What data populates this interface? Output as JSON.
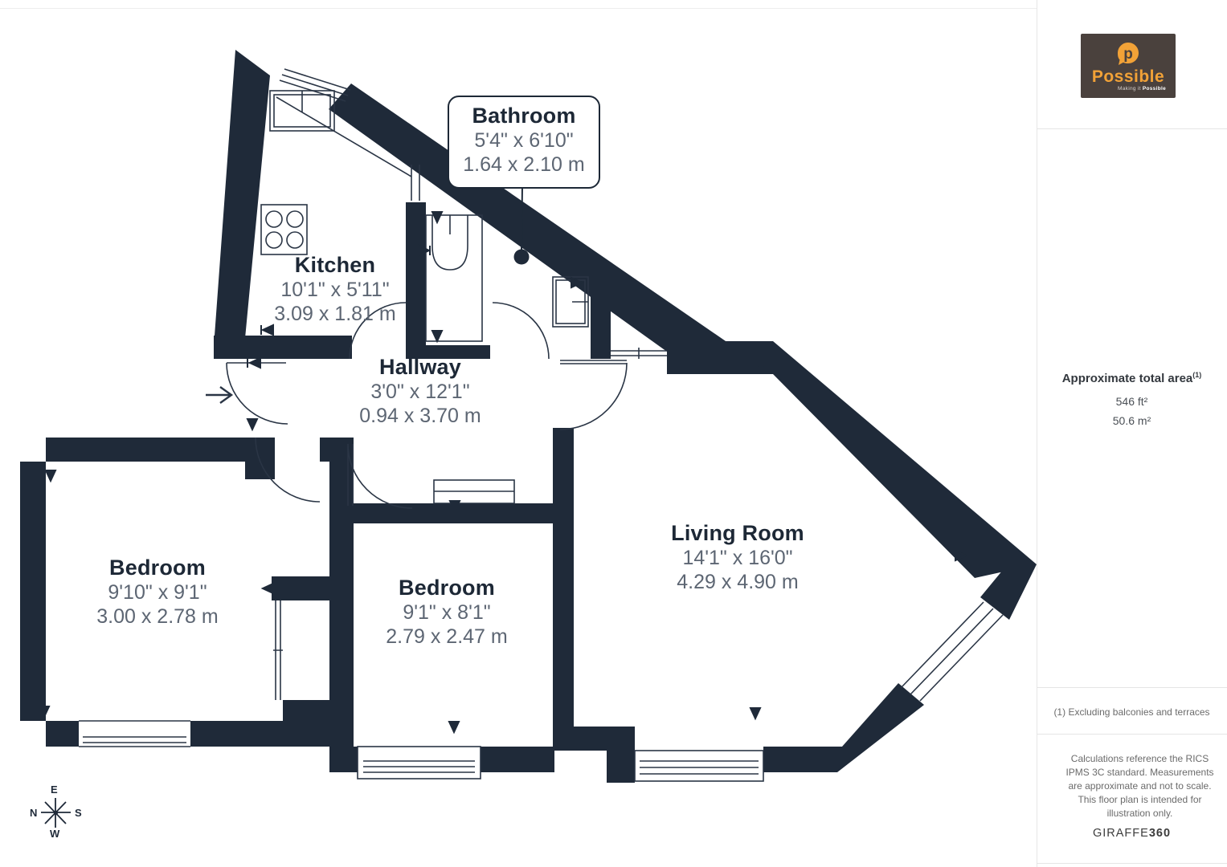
{
  "rooms": {
    "bathroom": {
      "name": "Bathroom",
      "imperial": "5'4\" x 6'10\"",
      "metric": "1.64 x 2.10 m"
    },
    "kitchen": {
      "name": "Kitchen",
      "imperial": "10'1\" x 5'11\"",
      "metric": "3.09 x 1.81 m"
    },
    "hallway": {
      "name": "Hallway",
      "imperial": "3'0\" x 12'1\"",
      "metric": "0.94 x 3.70 m"
    },
    "bedroom1": {
      "name": "Bedroom",
      "imperial": "9'10\" x 9'1\"",
      "metric": "3.00 x 2.78 m"
    },
    "bedroom2": {
      "name": "Bedroom",
      "imperial": "9'1\" x 8'1\"",
      "metric": "2.79 x 2.47 m"
    },
    "living_room": {
      "name": "Living Room",
      "imperial": "14'1\" x 16'0\"",
      "metric": "4.29 x 4.90 m"
    }
  },
  "compass": {
    "top": "E",
    "left": "N",
    "right": "S",
    "bottom": "W"
  },
  "sidebar": {
    "logo": {
      "brand": "Possible",
      "tagline_prefix": "Making it ",
      "tagline_bold": "Possible",
      "pin_letter": "p"
    },
    "area": {
      "title": "Approximate total area",
      "marker": "(1)",
      "ft": "546 ft²",
      "m": "50.6 m²"
    },
    "footnote": "(1) Excluding balconies and terraces",
    "disclaimer": "Calculations reference the RICS IPMS 3C standard. Measurements are approximate and not to scale. This floor plan is intended for illustration only.",
    "watermark_normal": "GIRAFFE",
    "watermark_bold": "360"
  },
  "colors": {
    "wall": "#1f2a39",
    "room_name_text": "#1d2836",
    "dimension_text": "#5d6673",
    "logo_background": "#4a413d",
    "logo_orange": "#f2a237",
    "sidebar_divider": "#e5e5e5",
    "sidebar_text": "#6b6b6b"
  }
}
